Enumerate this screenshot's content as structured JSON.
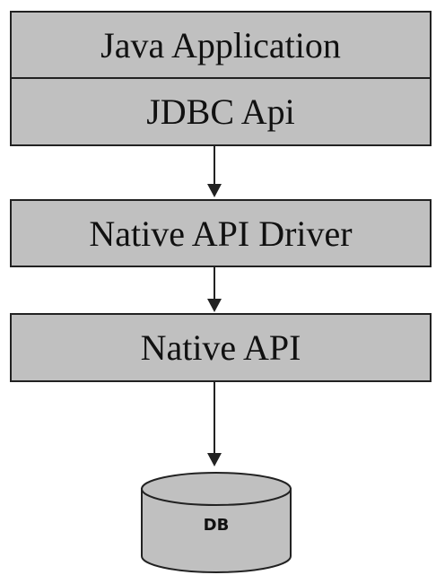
{
  "diagram": {
    "boxes": {
      "java_application": "Java Application",
      "jdbc_api": "JDBC Api",
      "native_api_driver": "Native API Driver",
      "native_api": "Native API"
    },
    "database": {
      "label": "DB"
    },
    "colors": {
      "box_fill": "#c0c0c0",
      "border": "#222222",
      "background": "#ffffff",
      "text": "#111111"
    }
  }
}
